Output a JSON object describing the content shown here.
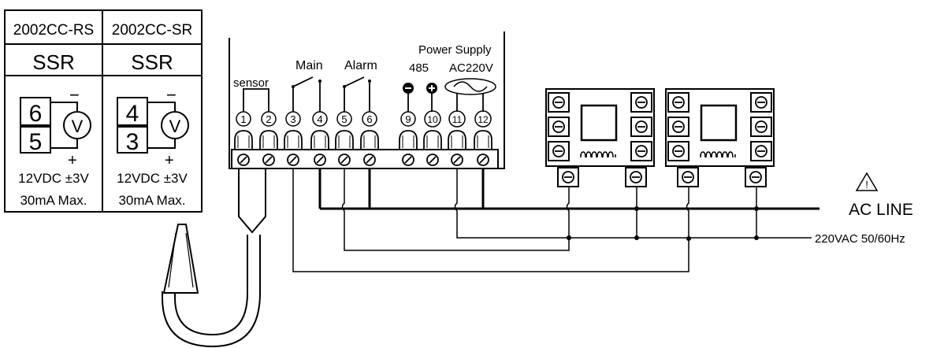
{
  "ssr_table": {
    "columns": [
      {
        "model": "2002CC-RS",
        "type": "SSR",
        "terminal_top": "6",
        "terminal_bottom": "5"
      },
      {
        "model": "2002CC-SR",
        "type": "SSR",
        "terminal_top": "4",
        "terminal_bottom": "3"
      }
    ],
    "minus": "−",
    "plus": "+",
    "voltmeter": "V",
    "spec_voltage": "12VDC ±3V",
    "spec_current": "30mA Max."
  },
  "controller": {
    "labels": {
      "sensor": "sensor",
      "main": "Main",
      "alarm": "Alarm",
      "power_supply": "Power Supply",
      "comm": "485",
      "ac": "AC220V"
    },
    "terminals": [
      "1",
      "2",
      "3",
      "4",
      "5",
      "6",
      "9",
      "10",
      "11",
      "12"
    ]
  },
  "power": {
    "line_label": "AC LINE",
    "supply_label": "220VAC 50/60Hz",
    "warning": "!"
  },
  "icons": [
    "screw-terminal-icon",
    "relay-coil-icon",
    "warning-triangle-icon",
    "sensor-probe-icon",
    "ac-sine-icon"
  ]
}
